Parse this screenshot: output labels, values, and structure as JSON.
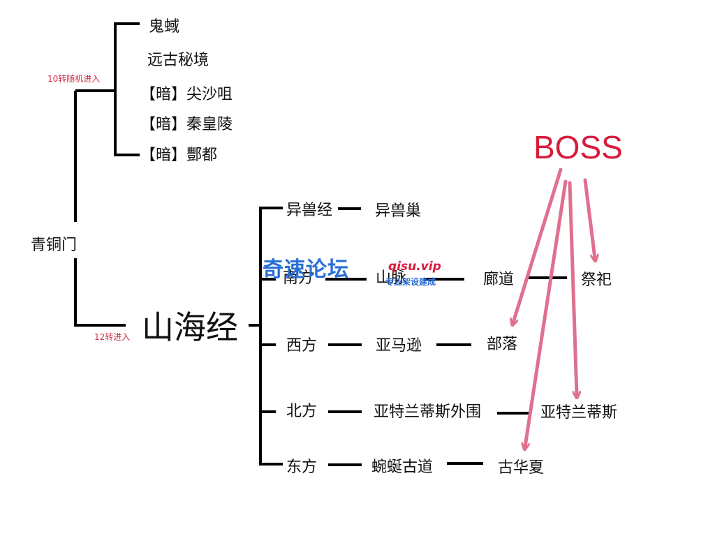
{
  "root": "青铜门",
  "branch_10": {
    "label": "10转随机进入",
    "items": [
      "鬼蜮",
      "远古秘境",
      "【暗】尖沙咀",
      "【暗】秦皇陵",
      "【暗】酆都"
    ]
  },
  "branch_12": {
    "label": "12转进入",
    "title": "山海经",
    "rows": [
      [
        "异兽经",
        "异兽巢"
      ],
      [
        "南方",
        "山脉",
        "廊道",
        "祭祀"
      ],
      [
        "西方",
        "亚马逊",
        "部落"
      ],
      [
        "北方",
        "亚特兰蒂斯外围",
        "亚特兰蒂斯"
      ],
      [
        "东方",
        "蜿蜒古道",
        "古华夏"
      ]
    ]
  },
  "boss_label": "BOSS",
  "watermark": {
    "main": "奇速论坛",
    "domain": "qisu.vip",
    "sub": "专业架设建成"
  },
  "colors": {
    "line": "#000000",
    "arrow": "#e0708e",
    "boss": "#d81b3c",
    "branch_label": "#d0304a",
    "watermark_blue": "#2a6fd6"
  }
}
